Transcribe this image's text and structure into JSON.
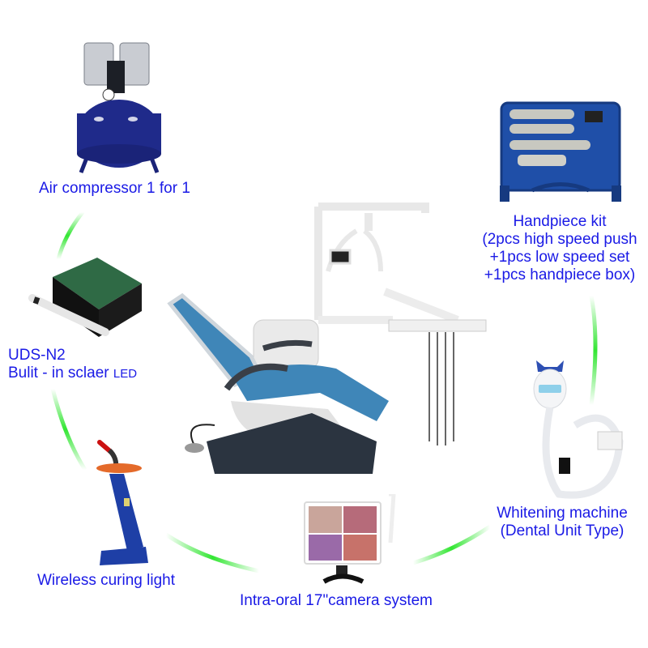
{
  "colors": {
    "label_text": "#1a1ae6",
    "arc_green": "#33e633",
    "chair_blue": "#3f86b8",
    "compressor_blue": "#1f2a8a",
    "base_dark": "#2b3440"
  },
  "center_product": {
    "icon": "dental-chair-unit"
  },
  "items": [
    {
      "id": "air-compressor",
      "icon": "air-compressor",
      "lines": [
        "Air compressor 1 for 1"
      ]
    },
    {
      "id": "handpiece-kit",
      "icon": "handpiece-kit-case",
      "lines": [
        "Handpiece kit",
        "(2pcs high speed push",
        "+1pcs low speed set",
        "+1pcs handpiece box)"
      ]
    },
    {
      "id": "uds-n2",
      "icon": "ultrasonic-scaler",
      "lines": [
        "UDS-N2",
        "Bulit - in sclaer "
      ],
      "suffix_small": "LED"
    },
    {
      "id": "whitening-machine",
      "icon": "whitening-lamp",
      "lines": [
        "Whitening machine",
        "(Dental Unit Type)"
      ]
    },
    {
      "id": "curing-light",
      "icon": "curing-light",
      "lines": [
        "Wireless curing light"
      ]
    },
    {
      "id": "camera-system",
      "icon": "intraoral-camera-monitor",
      "lines": [
        "Intra-oral 17\"camera system"
      ]
    }
  ]
}
